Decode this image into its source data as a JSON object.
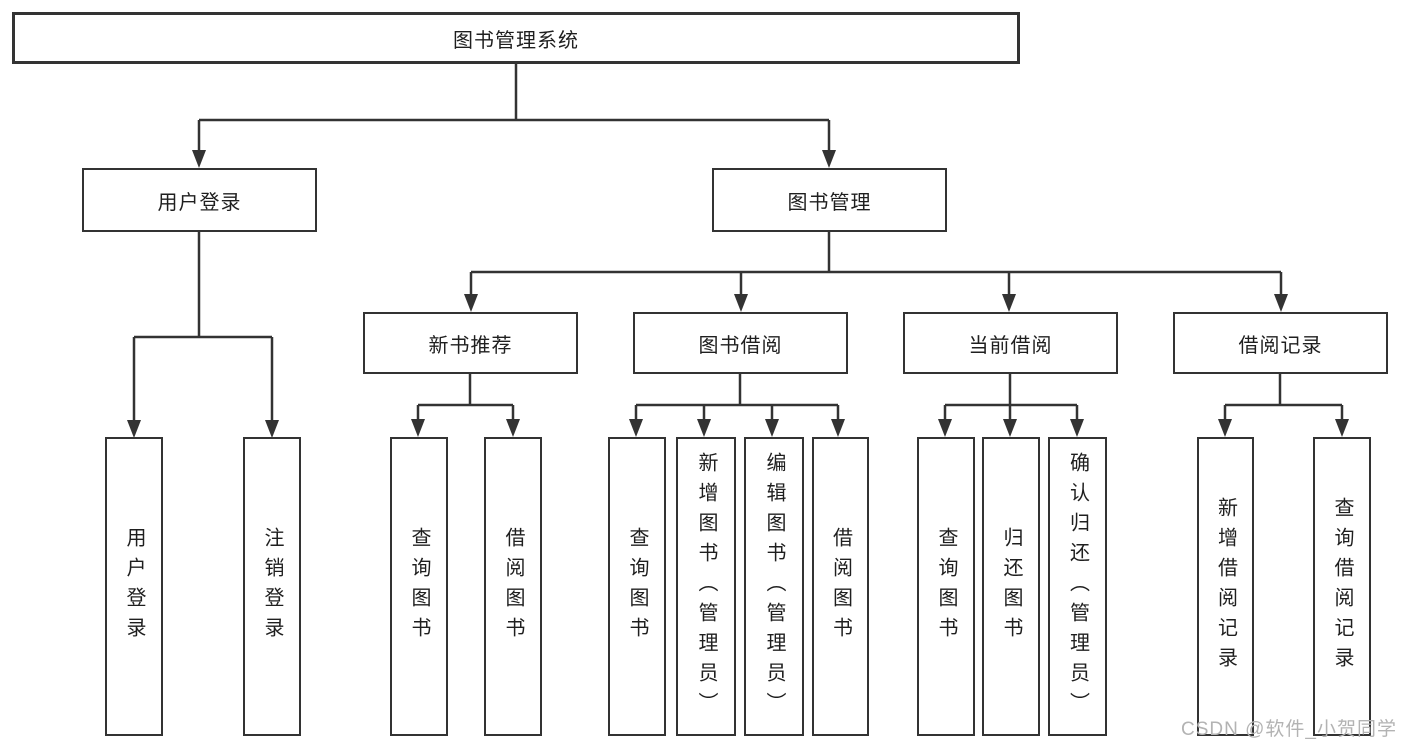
{
  "diagram": {
    "root": "图书管理系统",
    "branches": [
      {
        "label": "用户登录",
        "children": [
          "用户登录",
          "注销登录"
        ]
      },
      {
        "label": "图书管理",
        "children": [
          {
            "label": "新书推荐",
            "children": [
              "查询图书",
              "借阅图书"
            ]
          },
          {
            "label": "图书借阅",
            "children": [
              "查询图书",
              "新增图书（管理员）",
              "编辑图书（管理员）",
              "借阅图书"
            ]
          },
          {
            "label": "当前借阅",
            "children": [
              "查询图书",
              "归还图书",
              "确认归还（管理员）"
            ]
          },
          {
            "label": "借阅记录",
            "children": [
              "新增借阅记录",
              "查询借阅记录"
            ]
          }
        ]
      }
    ]
  },
  "watermark": {
    "text": "CSDN @软件_小贺同学"
  },
  "colors": {
    "line": "#333333",
    "box_border": "#333333",
    "box_fill": "#ffffff",
    "text": "#1f1f1f",
    "watermark": "#b3b3b3"
  }
}
